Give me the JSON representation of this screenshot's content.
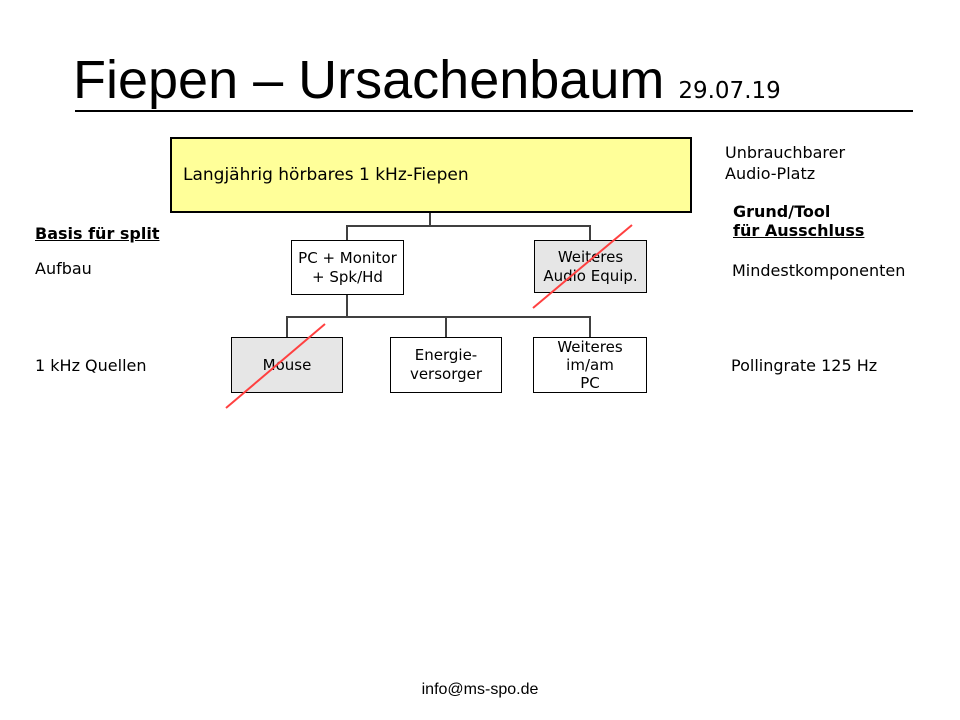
{
  "header": {
    "title": "Fiepen – Ursachenbaum",
    "date": "29.07.19"
  },
  "footer": {
    "email": "info@ms-spo.de"
  },
  "left_labels": {
    "heading": "Basis für split",
    "row1": "Aufbau",
    "row2": "1 kHz Quellen"
  },
  "right_labels": {
    "top_line1": "Unbrauchbarer",
    "top_line2": "Audio-Platz",
    "heading_line1": "Grund/Tool",
    "heading_line2": "für Ausschluss",
    "row1": "Mindestkomponenten",
    "row2": "Pollingrate 125 Hz"
  },
  "tree": {
    "root": {
      "label": "Langjährig hörbares 1 kHz-Fiepen"
    },
    "nodes": {
      "pc_monitor": {
        "lines": [
          "PC + Monitor",
          "+ Spk/Hd"
        ],
        "excluded": false
      },
      "audio_equip": {
        "lines": [
          "Weiteres",
          "Audio Equip."
        ],
        "excluded": true
      },
      "mouse": {
        "lines": [
          "Mouse"
        ],
        "excluded": true
      },
      "energieversorger": {
        "lines": [
          "Energie-",
          "versorger"
        ],
        "excluded": false
      },
      "weiteres_im_am_pc": {
        "lines": [
          "Weiteres",
          "im/am",
          "PC"
        ],
        "excluded": false
      }
    }
  },
  "colors": {
    "root_fill": "#FFFF99",
    "excluded_fill": "#E6E6E6",
    "plain_fill": "#FFFFFF",
    "cross_red": "#FF4040",
    "connector_gray": "#404040",
    "text": "#000000"
  }
}
